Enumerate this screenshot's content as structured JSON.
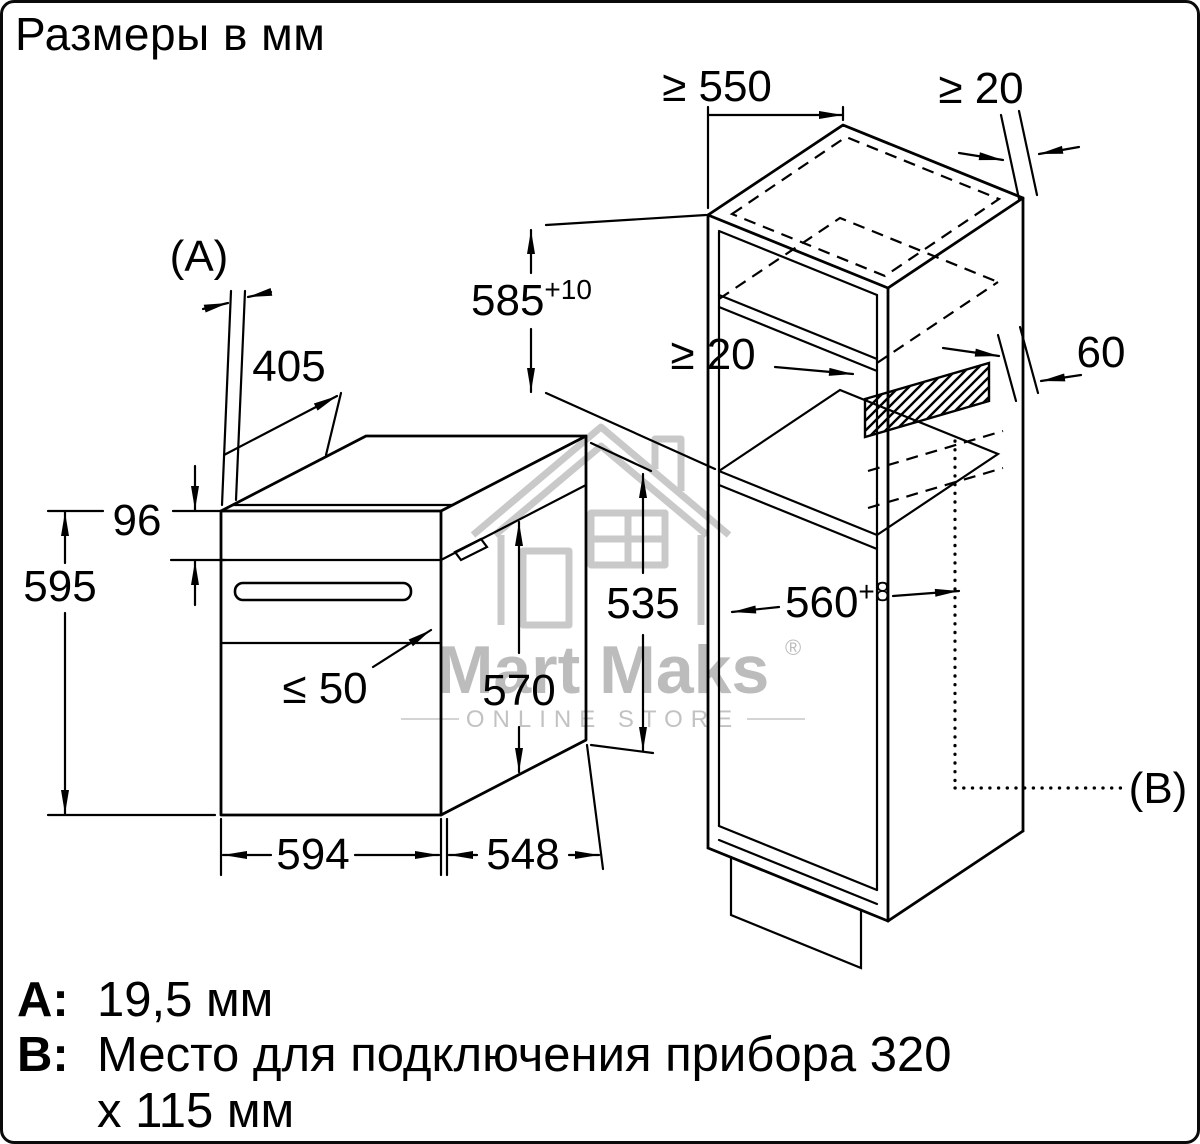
{
  "title": "Размеры в мм",
  "colors": {
    "line": "#000000",
    "watermark": "#c9c9c9"
  },
  "watermark": {
    "brand": "Mart Maks",
    "registered": "®",
    "subtitle": "ONLINE STORE"
  },
  "diagram": {
    "label_a": "(A)",
    "label_b": "(B)",
    "oven": {
      "top_depth": "405",
      "panel_height": "96",
      "height": "595",
      "handle_clearance": "≤ 50",
      "width": "594",
      "depth": "548",
      "body_height": "535",
      "body_depth": "570"
    },
    "cabinet": {
      "min_depth": "≥ 550",
      "rear_gap_top": "≥ 20",
      "rear_gap_mid": "≥ 20",
      "rear_strip_width": "60",
      "niche_height": "585",
      "niche_height_tol": "+10",
      "niche_width": "560",
      "niche_width_tol": "+8"
    }
  },
  "legend": {
    "a_key": "A:",
    "a_value": "19,5 мм",
    "b_key": "B:",
    "b_value": "Место для подключения прибора 320 х 115 мм"
  }
}
